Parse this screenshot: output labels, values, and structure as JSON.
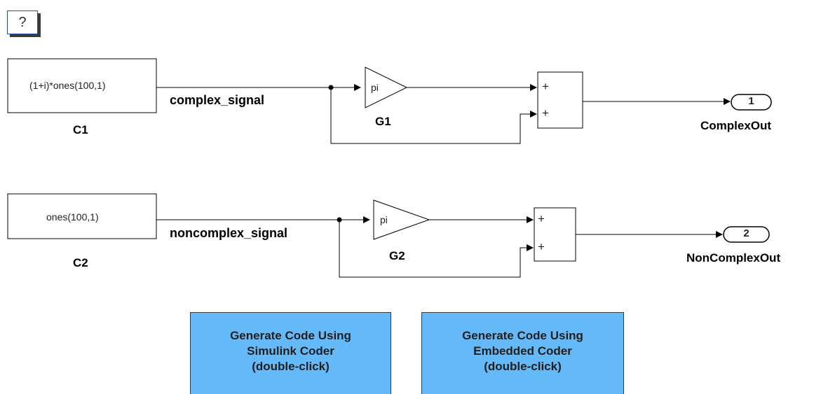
{
  "help": {
    "label": "?"
  },
  "top_row": {
    "constant_block": {
      "expression": "(1+i)*ones(100,1)",
      "name": "C1"
    },
    "signal_name": "complex_signal",
    "gain_block": {
      "value": "pi",
      "name": "G1"
    },
    "sum_block": {
      "signs": [
        "+",
        "+"
      ]
    },
    "outport": {
      "number": "1",
      "name": "ComplexOut"
    }
  },
  "bottom_row": {
    "constant_block": {
      "expression": "ones(100,1)",
      "name": "C2"
    },
    "signal_name": "noncomplex_signal",
    "gain_block": {
      "value": "pi",
      "name": "G2"
    },
    "sum_block": {
      "signs": [
        "+",
        "+"
      ]
    },
    "outport": {
      "number": "2",
      "name": "NonComplexOut"
    }
  },
  "buttons": {
    "simulink_coder": "Generate Code Using\nSimulink Coder\n(double-click)",
    "embedded_coder": "Generate Code Using\nEmbedded Coder\n(double-click)"
  },
  "colors": {
    "button_fill": "#64b9f8",
    "help_border": "#2c4aa8"
  }
}
